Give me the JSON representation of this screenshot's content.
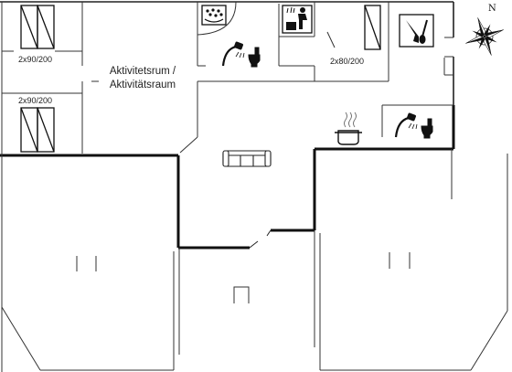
{
  "rooms": {
    "activity_room_line1": "Aktivitetsrum /",
    "activity_room_line2": "Aktivitätsraum"
  },
  "beds": {
    "bed_top_left": "2x90/200",
    "bed_mid_left": "2x90/200",
    "bed_top_right": "2x80/200"
  },
  "compass": {
    "north_label": "N"
  },
  "icons": {
    "whirlpool": "whirlpool-icon",
    "sauna": "sauna-icon",
    "washing": "laundry-tools-icon",
    "shower_toilet_1": "shower-toilet-icon",
    "shower_toilet_2": "shower-toilet-icon",
    "kitchen": "cooking-pot-icon",
    "sofa": "sofa-icon"
  },
  "colors": {
    "wall": "#000000",
    "line": "#222222",
    "background": "#ffffff"
  }
}
